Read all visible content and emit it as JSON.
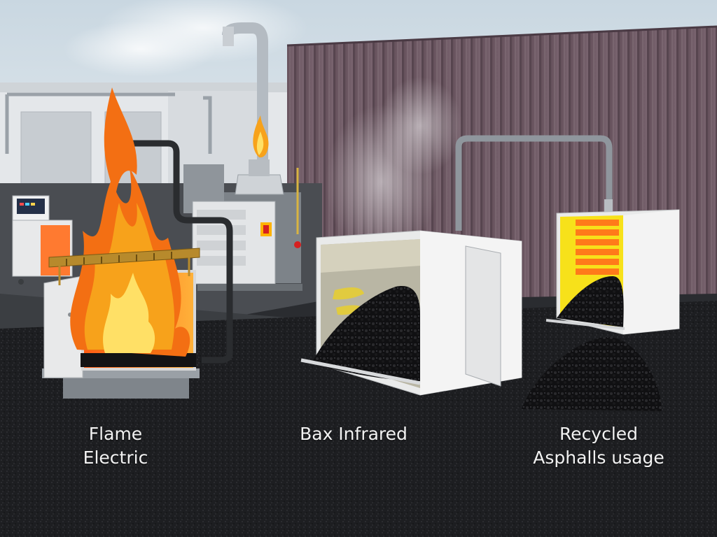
{
  "captions": {
    "left": [
      "Flame",
      "Electric"
    ],
    "center": [
      "Bax Infrared"
    ],
    "right": [
      "Recycled",
      "Asphalls usage"
    ]
  },
  "palette": {
    "sky": "#dde6ec",
    "ground": "#1c1d20",
    "wall": "#6b5760",
    "flame_outer": "#f7a21b",
    "flame_inner": "#ffe066",
    "cabinet": "#e9eaea",
    "heater_element": "#ff7a1a"
  }
}
